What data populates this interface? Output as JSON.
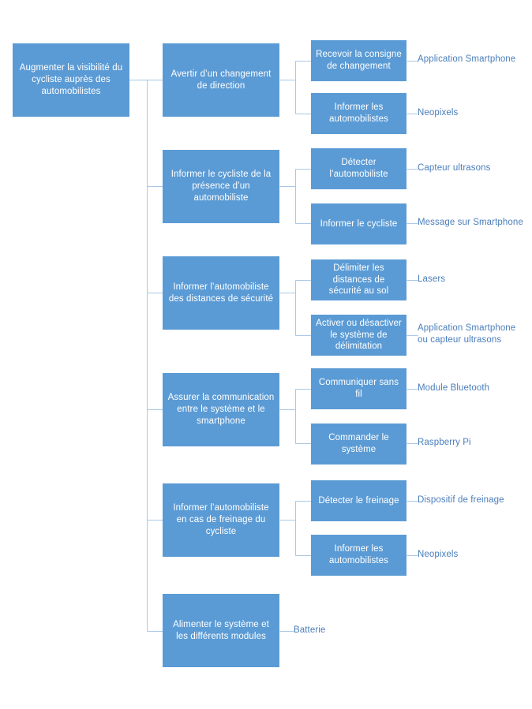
{
  "diagram": {
    "type": "functional-tree-diagram",
    "language": "fr",
    "colors": {
      "node_fill": "#5B9BD5",
      "node_text": "#FFFFFF",
      "leaf_label_text": "#4A7EBB",
      "connector_line": "#A9C8E8",
      "background": "#FFFFFF"
    },
    "root": {
      "label": "Augmenter la visibilité du cycliste auprès des automobilistes"
    },
    "branches": [
      {
        "label": "Avertir d’un changement de direction",
        "children": [
          {
            "label": "Recevoir la consigne de changement",
            "solution": "Application Smartphone"
          },
          {
            "label": "Informer les automobilistes",
            "solution": "Neopixels"
          }
        ]
      },
      {
        "label": "Informer le cycliste de la présence d’un automobiliste",
        "children": [
          {
            "label": "Détecter l’automobiliste",
            "solution": "Capteur ultrasons"
          },
          {
            "label": "Informer le cycliste",
            "solution": "Message sur Smartphone"
          }
        ]
      },
      {
        "label": "Informer l’automobiliste des distances de sécurité",
        "children": [
          {
            "label": "Délimiter les distances de sécurité au sol",
            "solution": "Lasers"
          },
          {
            "label": "Activer ou désactiver le système de délimitation",
            "solution": "Application Smartphone\nou capteur ultrasons"
          }
        ]
      },
      {
        "label": "Assurer la communication entre le système et le smartphone",
        "children": [
          {
            "label": "Communiquer sans fil",
            "solution": "Module Bluetooth"
          },
          {
            "label": "Commander le système",
            "solution": "Raspberry Pi"
          }
        ]
      },
      {
        "label": "Informer l’automobiliste en cas de freinage du cycliste",
        "children": [
          {
            "label": "Détecter le freinage",
            "solution": "Dispositif de freinage"
          },
          {
            "label": "Informer les automobilistes",
            "solution": "Neopixels"
          }
        ]
      },
      {
        "label": "Alimenter le système et les différents modules",
        "children": [],
        "solution": "Batterie"
      }
    ]
  }
}
